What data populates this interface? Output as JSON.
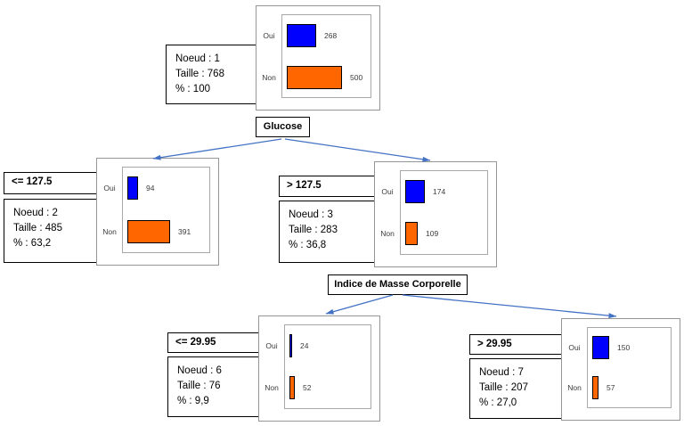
{
  "colors": {
    "oui_bar": "#0000ff",
    "non_bar": "#ff6600",
    "arrow": "#4472c4"
  },
  "tree": {
    "splits": {
      "glucose": {
        "label": "Glucose"
      },
      "imc": {
        "label": "Indice de Masse Corporelle"
      }
    },
    "nodes": {
      "n1": {
        "noeud": "Noeud : 1",
        "taille": "Taille : 768",
        "pct": "% : 100",
        "bars": [
          {
            "label": "Oui",
            "value": 268
          },
          {
            "label": "Non",
            "value": 500
          }
        ]
      },
      "n2": {
        "condition": "<= 127.5",
        "noeud": "Noeud : 2",
        "taille": "Taille : 485",
        "pct": "% : 63,2",
        "bars": [
          {
            "label": "Oui",
            "value": 94
          },
          {
            "label": "Non",
            "value": 391
          }
        ]
      },
      "n3": {
        "condition": "> 127.5",
        "noeud": "Noeud : 3",
        "taille": "Taille : 283",
        "pct": "% : 36,8",
        "bars": [
          {
            "label": "Oui",
            "value": 174
          },
          {
            "label": "Non",
            "value": 109
          }
        ]
      },
      "n6": {
        "condition": "<= 29.95",
        "noeud": "Noeud : 6",
        "taille": "Taille : 76",
        "pct": "% : 9,9",
        "bars": [
          {
            "label": "Oui",
            "value": 24
          },
          {
            "label": "Non",
            "value": 52
          }
        ]
      },
      "n7": {
        "condition": "> 29.95",
        "noeud": "Noeud : 7",
        "taille": "Taille : 207",
        "pct": "% : 27,0",
        "bars": [
          {
            "label": "Oui",
            "value": 150
          },
          {
            "label": "Non",
            "value": 57
          }
        ]
      }
    }
  }
}
